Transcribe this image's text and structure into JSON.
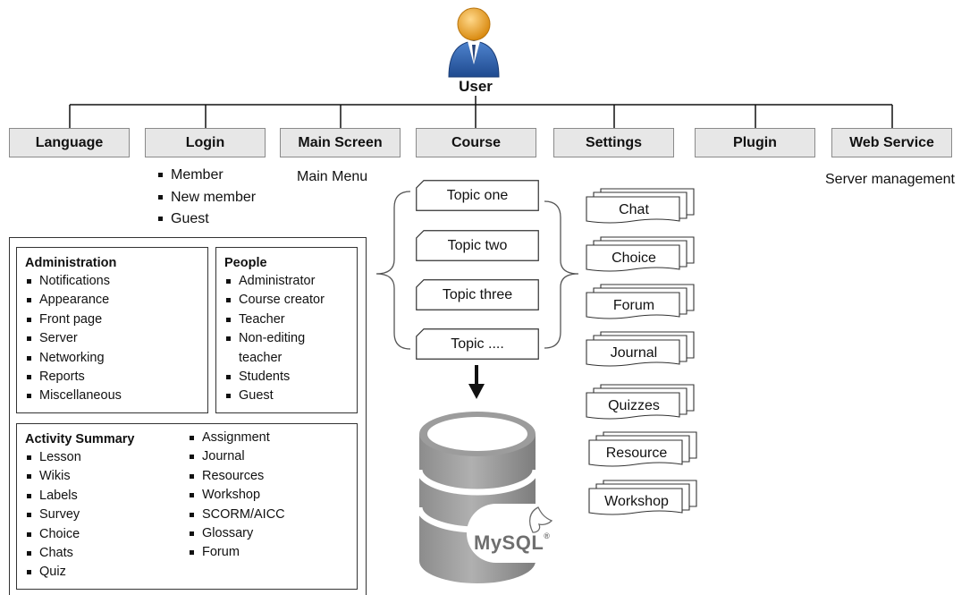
{
  "user": {
    "label": "User"
  },
  "menu": [
    {
      "key": "language",
      "label": "Language"
    },
    {
      "key": "login",
      "label": "Login"
    },
    {
      "key": "main-screen",
      "label": "Main Screen"
    },
    {
      "key": "course",
      "label": "Course"
    },
    {
      "key": "settings",
      "label": "Settings"
    },
    {
      "key": "plugin",
      "label": "Plugin"
    },
    {
      "key": "web-service",
      "label": "Web Service"
    }
  ],
  "login_items": [
    "Member",
    "New member",
    "Guest"
  ],
  "main_screen_note": "Main Menu",
  "web_service_note": "Server management",
  "administration": {
    "title": "Administration",
    "items": [
      "Notifications",
      "Appearance",
      "Front page",
      "Server",
      "Networking",
      "Reports",
      "Miscellaneous"
    ]
  },
  "people": {
    "title": "People",
    "items": [
      "Administrator",
      "Course creator",
      "Teacher",
      "Non-editing teacher",
      "Students",
      "Guest"
    ]
  },
  "activity_summary": {
    "title": "Activity Summary",
    "col1": [
      "Lesson",
      "Wikis",
      "Labels",
      "Survey",
      "Choice",
      "Chats",
      "Quiz"
    ],
    "col2": [
      "Assignment",
      "Journal",
      "Resources",
      "Workshop",
      "SCORM/AICC",
      "Glossary",
      "Forum"
    ]
  },
  "topics": [
    "Topic one",
    "Topic two",
    "Topic three",
    "Topic ...."
  ],
  "modules": [
    "Chat",
    "Choice",
    "Forum",
    "Journal",
    "Quizzes",
    "Resource",
    "Workshop"
  ],
  "database": {
    "logo_text": "MySQL",
    "logo_mark": "®"
  },
  "colors": {
    "box_fill": "#e7e7e7",
    "user_head": "#f0a830",
    "user_body": "#2f5ea8",
    "db_fill": "#9a9a9a"
  }
}
